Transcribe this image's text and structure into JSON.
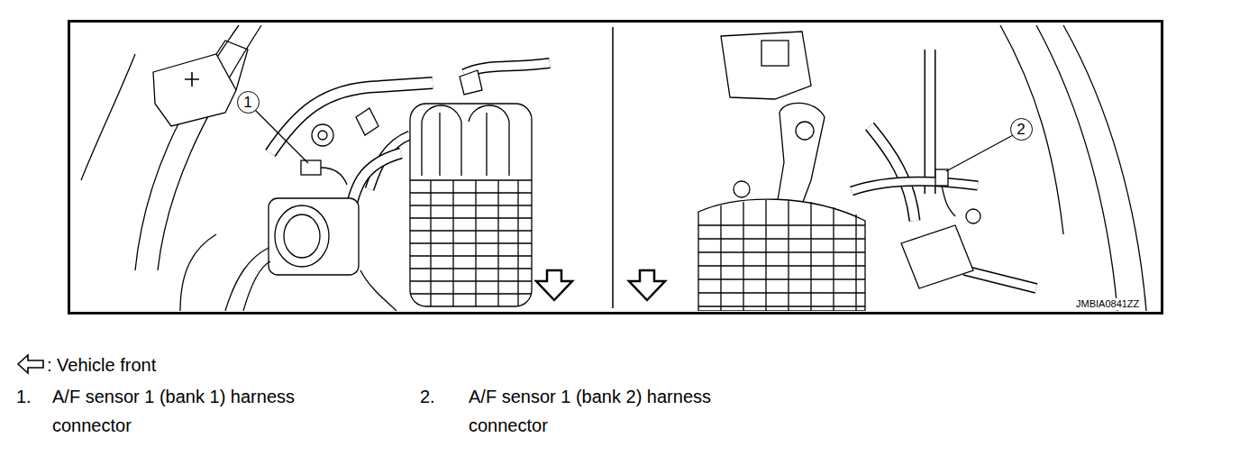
{
  "diagram": {
    "nodes": [
      {
        "text": [
          "1"
        ]
      },
      {
        "text": [
          "2"
        ]
      }
    ],
    "labels": [
      "JMBIA0841ZZ",
      "1.",
      "A/F sensor 1 (bank 1) harness connector",
      "2.",
      "A/F sensor 1 (bank 2) harness connector"
    ],
    "legend": [
      {
        "text": ": Vehicle front"
      }
    ]
  }
}
